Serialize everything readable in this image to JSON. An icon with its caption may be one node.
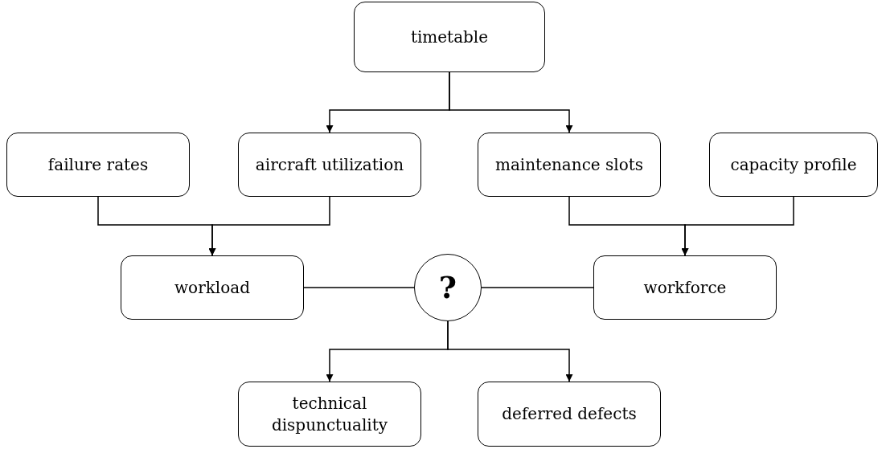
{
  "diagram": {
    "nodes": [
      {
        "text": [
          "timetable"
        ]
      },
      {
        "text": [
          "failure rates"
        ]
      },
      {
        "text": [
          "aircraft utilization"
        ]
      },
      {
        "text": [
          "maintenance slots"
        ]
      },
      {
        "text": [
          "capacity profile"
        ]
      },
      {
        "text": [
          "workload"
        ]
      },
      {
        "text": [
          "?"
        ]
      },
      {
        "text": [
          "workforce"
        ]
      },
      {
        "text": [
          "technical dispunctuality"
        ]
      },
      {
        "text": [
          "deferred defects"
        ]
      }
    ],
    "edges": [
      {
        "from": 0,
        "to": 2,
        "arrow": "to"
      },
      {
        "from": 0,
        "to": 3,
        "arrow": "to"
      },
      {
        "from": 1,
        "to": 5,
        "arrow": "to"
      },
      {
        "from": 2,
        "to": 5,
        "arrow": "to"
      },
      {
        "from": 3,
        "to": 7,
        "arrow": "to"
      },
      {
        "from": 4,
        "to": 7,
        "arrow": "to"
      },
      {
        "from": 5,
        "to": 6,
        "arrow": "none"
      },
      {
        "from": 6,
        "to": 7,
        "arrow": "none"
      },
      {
        "from": 6,
        "to": 8,
        "arrow": "to"
      },
      {
        "from": 6,
        "to": 9,
        "arrow": "to"
      }
    ]
  }
}
